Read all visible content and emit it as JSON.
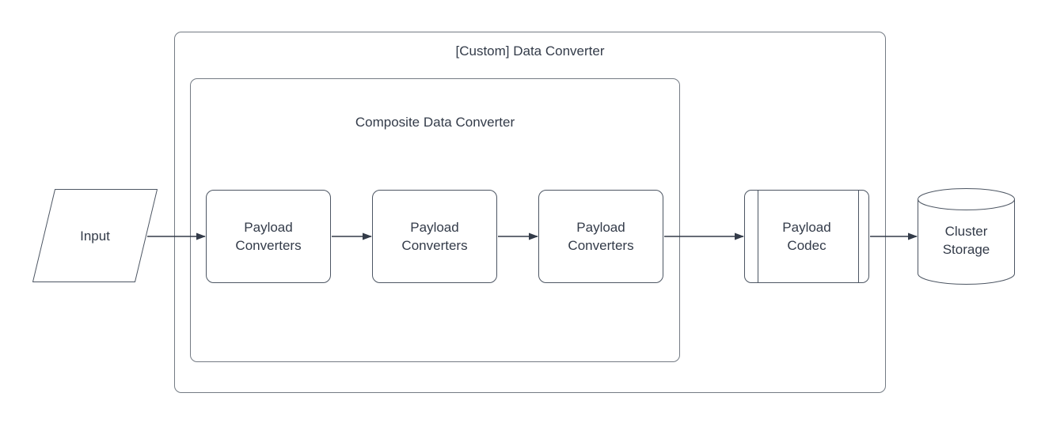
{
  "containers": {
    "outer": {
      "label": "[Custom] Data Converter"
    },
    "inner": {
      "label": "Composite Data Converter"
    }
  },
  "nodes": {
    "input": {
      "label": "Input",
      "shape": "parallelogram"
    },
    "payload_converters_1": {
      "label": "Payload Converters",
      "shape": "rounded-rectangle"
    },
    "payload_converters_2": {
      "label": "Payload Converters",
      "shape": "rounded-rectangle"
    },
    "payload_converters_3": {
      "label": "Payload Converters",
      "shape": "rounded-rectangle"
    },
    "payload_codec": {
      "label": "Payload Codec",
      "shape": "predefined-process"
    },
    "cluster_storage": {
      "label": "Cluster Storage",
      "shape": "cylinder"
    }
  },
  "edges": [
    {
      "from": "input",
      "to": "payload_converters_1"
    },
    {
      "from": "payload_converters_1",
      "to": "payload_converters_2"
    },
    {
      "from": "payload_converters_2",
      "to": "payload_converters_3"
    },
    {
      "from": "payload_converters_3",
      "to": "payload_codec"
    },
    {
      "from": "payload_codec",
      "to": "cluster_storage"
    }
  ],
  "colors": {
    "background": "#ffffff",
    "container_stroke": "#747b84",
    "shape_stroke": "#4d5663",
    "arrow": "#333b49",
    "text": "#333b49"
  }
}
